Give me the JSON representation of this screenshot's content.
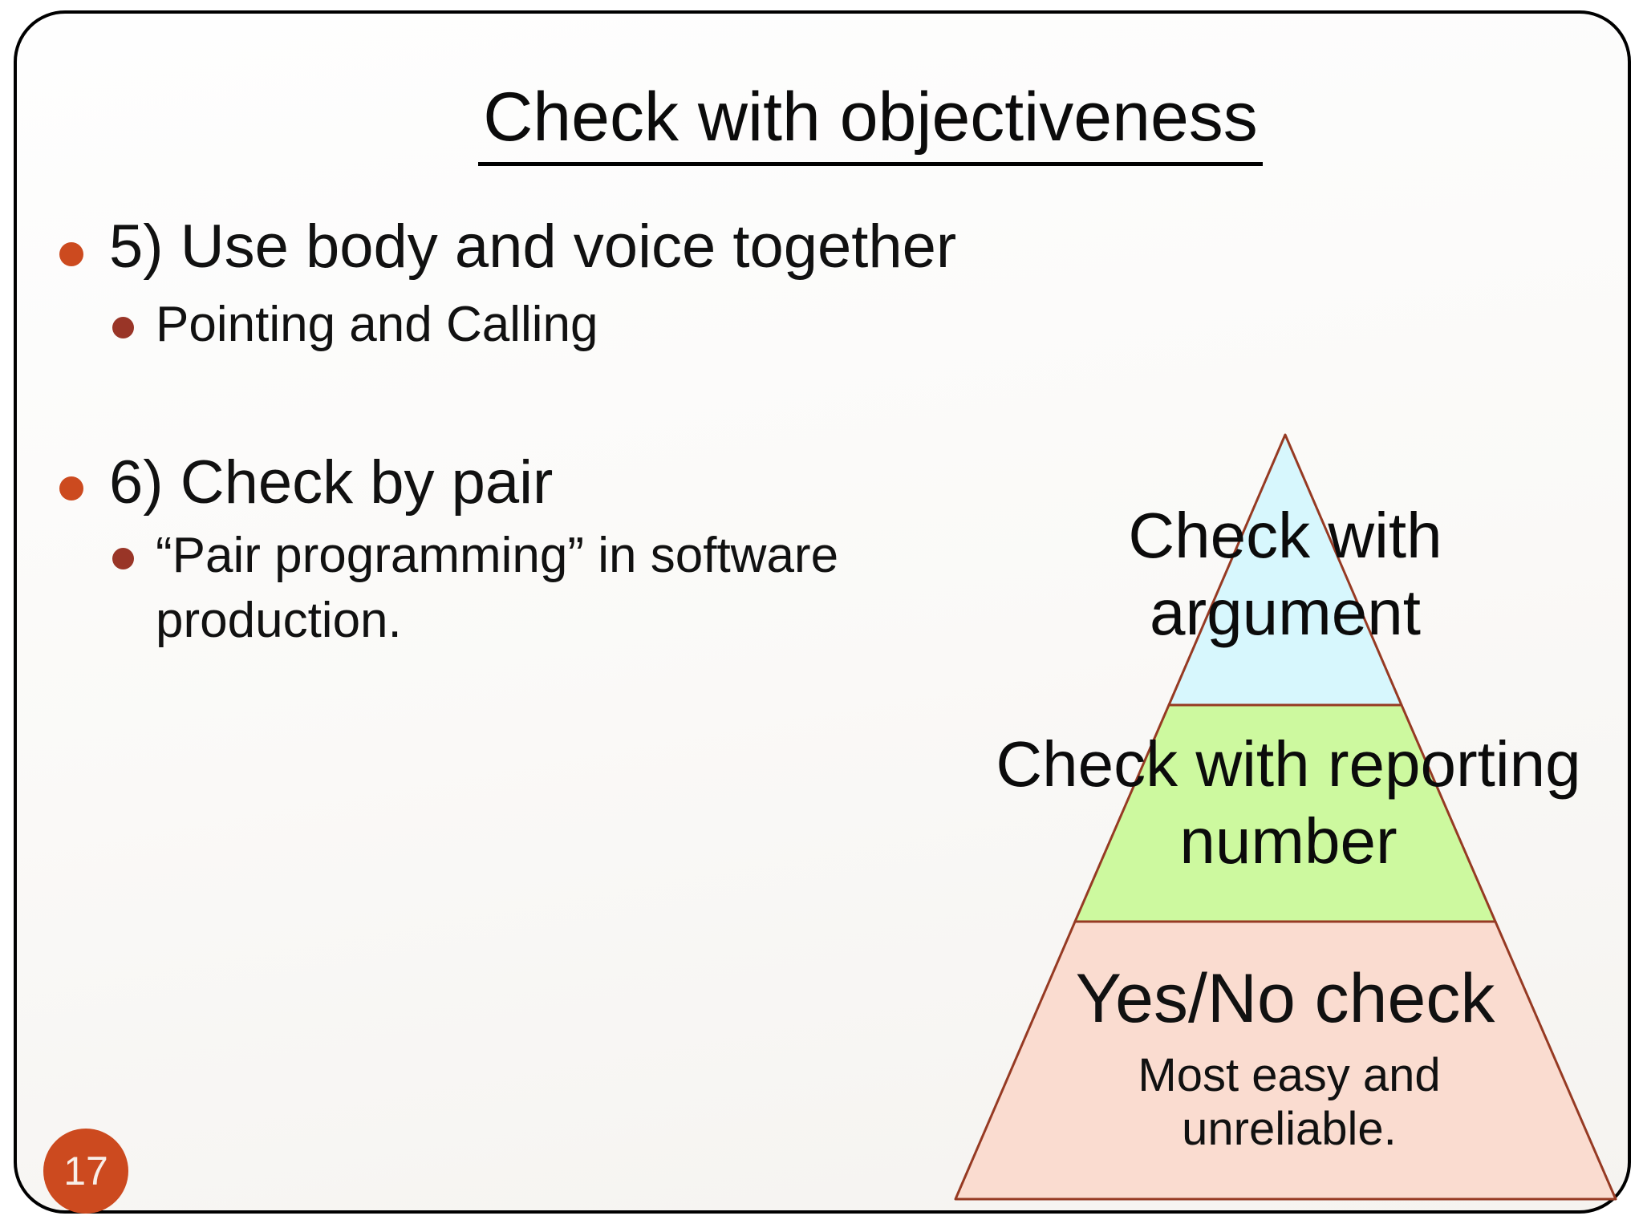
{
  "title": "Check with objectiveness",
  "page_number": "17",
  "bullets": [
    {
      "label": "5) Use body and voice together",
      "children": [
        "Pointing and Calling"
      ]
    },
    {
      "label": "6) Check by pair",
      "children": [
        "“Pair programming” in software production."
      ]
    }
  ],
  "pyramid": {
    "type": "pyramid-diagram",
    "levels": [
      {
        "label": "Check with argument",
        "fill": "#d7f7fd"
      },
      {
        "label": "Check with reporting number",
        "fill": "#cdf99f"
      },
      {
        "label": "Yes/No check",
        "note": "Most easy and unreliable.",
        "fill": "#fadcd0"
      }
    ],
    "border_color": "#963a23"
  },
  "colors": {
    "accent_orange": "#cc4a1f",
    "sub_bullet_red": "#993527",
    "pyramid_border": "#963a23",
    "slide_border": "#000000"
  }
}
